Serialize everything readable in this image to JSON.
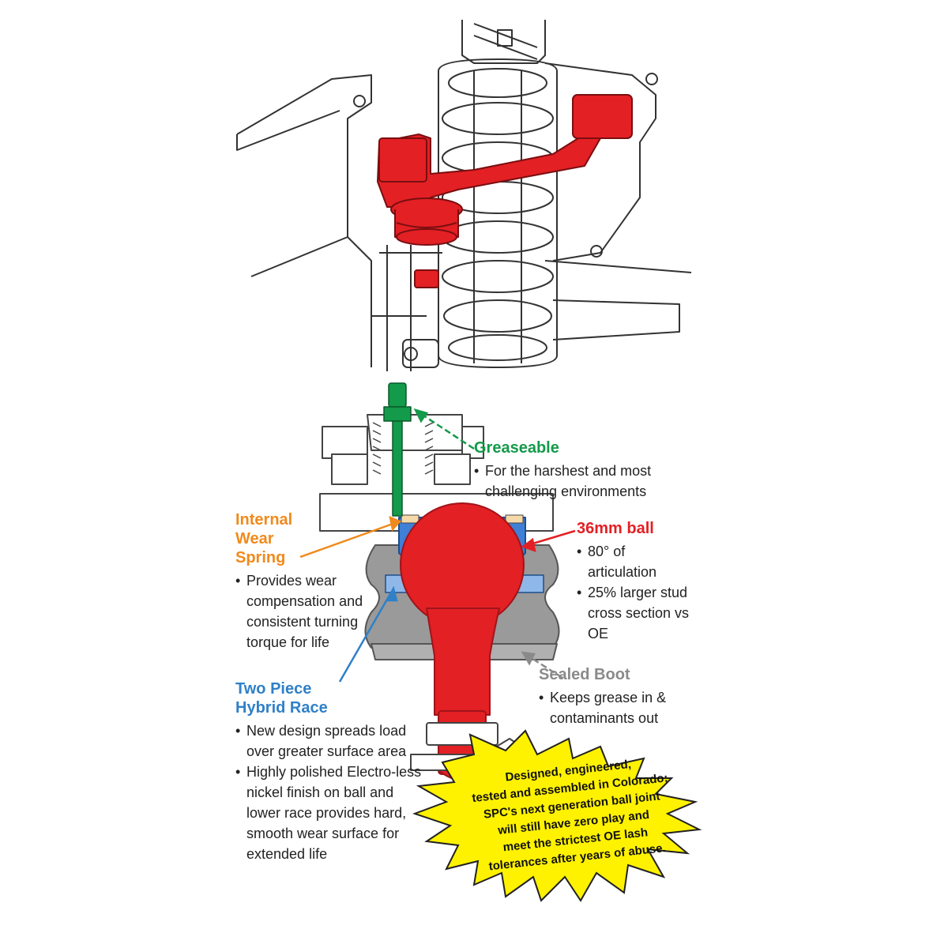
{
  "colors": {
    "red": "#e32024",
    "green": "#139a4a",
    "orange": "#f08a1c",
    "blue": "#2f80c8",
    "blue_fill": "#3f7fd6",
    "gray": "#8a8a8a",
    "boot_gray": "#9a9a9a",
    "star_yellow": "#fff200",
    "line": "#333333"
  },
  "callouts": {
    "greaseable": {
      "heading": "Greaseable",
      "bullets": [
        "For the harshest and most challenging environments"
      ]
    },
    "internal_wear_spring": {
      "heading_lines": [
        "Internal",
        "Wear",
        "Spring"
      ],
      "bullets": [
        "Provides wear compensation and consistent turning torque for life"
      ]
    },
    "ball": {
      "heading": "36mm ball",
      "bullets": [
        "80° of articulation",
        "25% larger stud cross section vs OE"
      ]
    },
    "race": {
      "heading_lines": [
        "Two Piece",
        "Hybrid Race"
      ],
      "bullets": [
        "New design spreads load over greater surface area",
        "Highly polished Electro-less nickel finish on ball and lower race provides hard, smooth wear surface for extended life"
      ]
    },
    "boot": {
      "heading": "Sealed Boot",
      "bullets": [
        "Keeps grease in & contaminants out"
      ]
    }
  },
  "starburst": {
    "lines": [
      "Designed, engineered,",
      "tested and assembled in Colorado;",
      "SPC's next generation ball joint",
      "will still have zero play and",
      "meet the strictest OE lash",
      "tolerances after years of abuse."
    ]
  }
}
